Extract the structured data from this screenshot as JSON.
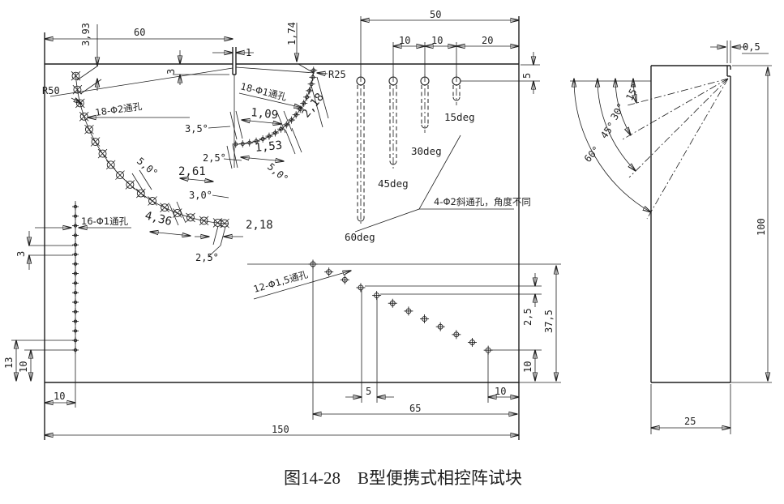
{
  "caption": {
    "text": "图14-28　B型便携式相控阵试块",
    "color": "#2e6db8"
  },
  "main_view": {
    "top_dims": {
      "d60": "60",
      "d393": "3,93",
      "slot_width": "1",
      "slot_depth": "3",
      "d174": "1,74"
    },
    "radius_labels": {
      "r50": "R50",
      "r25": "R25"
    },
    "hole_labels": {
      "outer_arc": "18-Φ2通孔",
      "inner_arc": "18-Φ1通孔",
      "left_column": "16-Φ1通孔",
      "diagonal": "12-Φ1,5通孔"
    },
    "arc_dims": {
      "c109": "1,09",
      "c218_inner": "2,18",
      "c153": "1,53",
      "c261": "2,61",
      "c436": "4,36",
      "c218_outer": "2,18",
      "a35": "3,5°",
      "a25_upper": "2,5°",
      "a50_outer": "5,0°",
      "a50_inner": "5,0°",
      "a30": "3,0°",
      "a25_lower": "2,5°"
    },
    "left_dims": {
      "d3": "3",
      "d13": "13",
      "d10": "10",
      "d10_bottom": "10"
    },
    "bottom_dims": {
      "d5": "5",
      "d65": "65",
      "d10_right": "10",
      "d150": "150",
      "d25": "2,5",
      "d375": "37,5",
      "d10_vert": "10"
    },
    "slots": {
      "d50": "50",
      "d10a": "10",
      "d10b": "10",
      "d20": "20",
      "d5": "5",
      "deg15": "15deg",
      "deg30": "30deg",
      "deg45": "45deg",
      "deg60": "60deg",
      "note": "4-Φ2斜通孔，角度不同"
    }
  },
  "side_view": {
    "d05": "0,5",
    "a15": "15°",
    "a30": "30°",
    "a45": "45°",
    "a60": "60°",
    "d100": "100",
    "d25": "25"
  }
}
